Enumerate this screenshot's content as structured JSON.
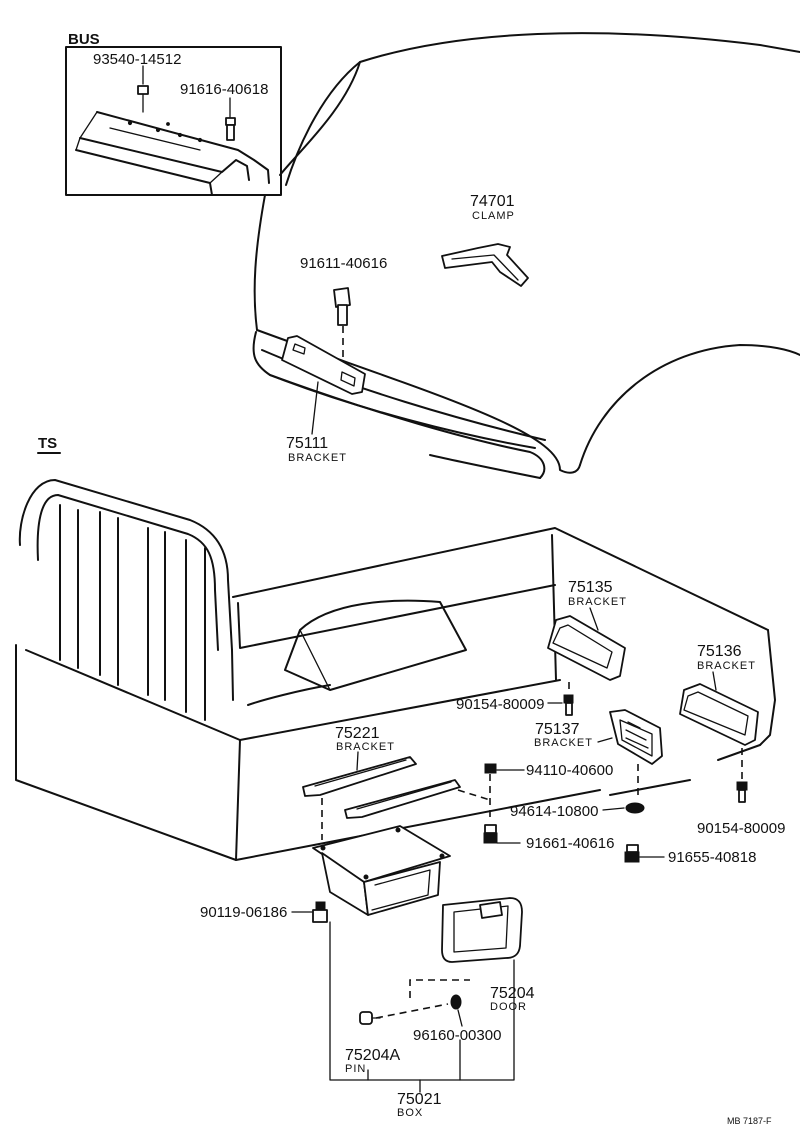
{
  "sections": {
    "bus": "BUS",
    "ts": "TS"
  },
  "parts": {
    "p93540": {
      "number": "93540-14512"
    },
    "p91616": {
      "number": "91616-40618"
    },
    "p74701": {
      "number": "74701",
      "name": "CLAMP"
    },
    "p91611": {
      "number": "91611-40616"
    },
    "p75111": {
      "number": "75111",
      "name": "BRACKET"
    },
    "p75135": {
      "number": "75135",
      "name": "BRACKET"
    },
    "p75136": {
      "number": "75136",
      "name": "BRACKET"
    },
    "p90154a": {
      "number": "90154-80009"
    },
    "p75137": {
      "number": "75137",
      "name": "BRACKET"
    },
    "p75221": {
      "number": "75221",
      "name": "BRACKET"
    },
    "p94110": {
      "number": "94110-40600"
    },
    "p94614": {
      "number": "94614-10800"
    },
    "p90154b": {
      "number": "90154-80009"
    },
    "p91661": {
      "number": "91661-40616"
    },
    "p91655": {
      "number": "91655-40818"
    },
    "p90119": {
      "number": "90119-06186"
    },
    "p75204": {
      "number": "75204",
      "name": "DOOR"
    },
    "p96160": {
      "number": "96160-00300"
    },
    "p75204A": {
      "number": "75204A",
      "name": "PIN"
    },
    "p75021": {
      "number": "75021",
      "name": "BOX"
    }
  },
  "footer": {
    "ref": "MB 7187-F"
  }
}
